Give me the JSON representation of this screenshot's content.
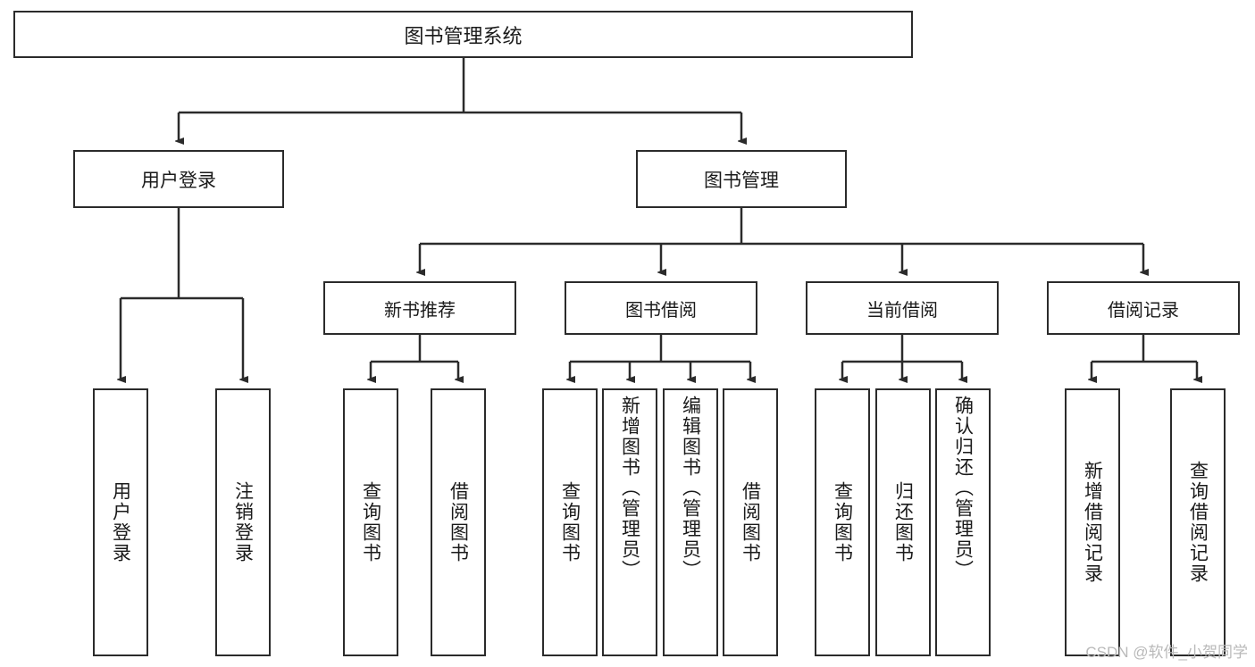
{
  "diagram": {
    "title": "图书管理系统",
    "root": {
      "label": "图书管理系统"
    },
    "level1": [
      {
        "label": "用户登录"
      },
      {
        "label": "图书管理"
      }
    ],
    "level2": [
      {
        "label": "新书推荐"
      },
      {
        "label": "图书借阅"
      },
      {
        "label": "当前借阅"
      },
      {
        "label": "借阅记录"
      }
    ],
    "leaves": {
      "user_login": [
        {
          "label": "用户登录"
        },
        {
          "label": "注销登录"
        }
      ],
      "new_book_recommend": [
        {
          "label": "查询图书"
        },
        {
          "label": "借阅图书"
        }
      ],
      "book_borrow": [
        {
          "label": "查询图书"
        },
        {
          "label": "新增图书（管理员）"
        },
        {
          "label": "编辑图书（管理员）"
        },
        {
          "label": "借阅图书"
        }
      ],
      "current_borrow": [
        {
          "label": "查询图书"
        },
        {
          "label": "归还图书"
        },
        {
          "label": "确认归还（管理员）"
        }
      ],
      "borrow_records": [
        {
          "label": "新增借阅记录"
        },
        {
          "label": "查询借阅记录"
        }
      ]
    }
  },
  "watermark": {
    "text": "CSDN @软件_小贺同学"
  },
  "colors": {
    "stroke": "#2b2b2b",
    "background": "#ffffff",
    "text": "#1a1a1a",
    "watermark": "#b9b9b9"
  }
}
